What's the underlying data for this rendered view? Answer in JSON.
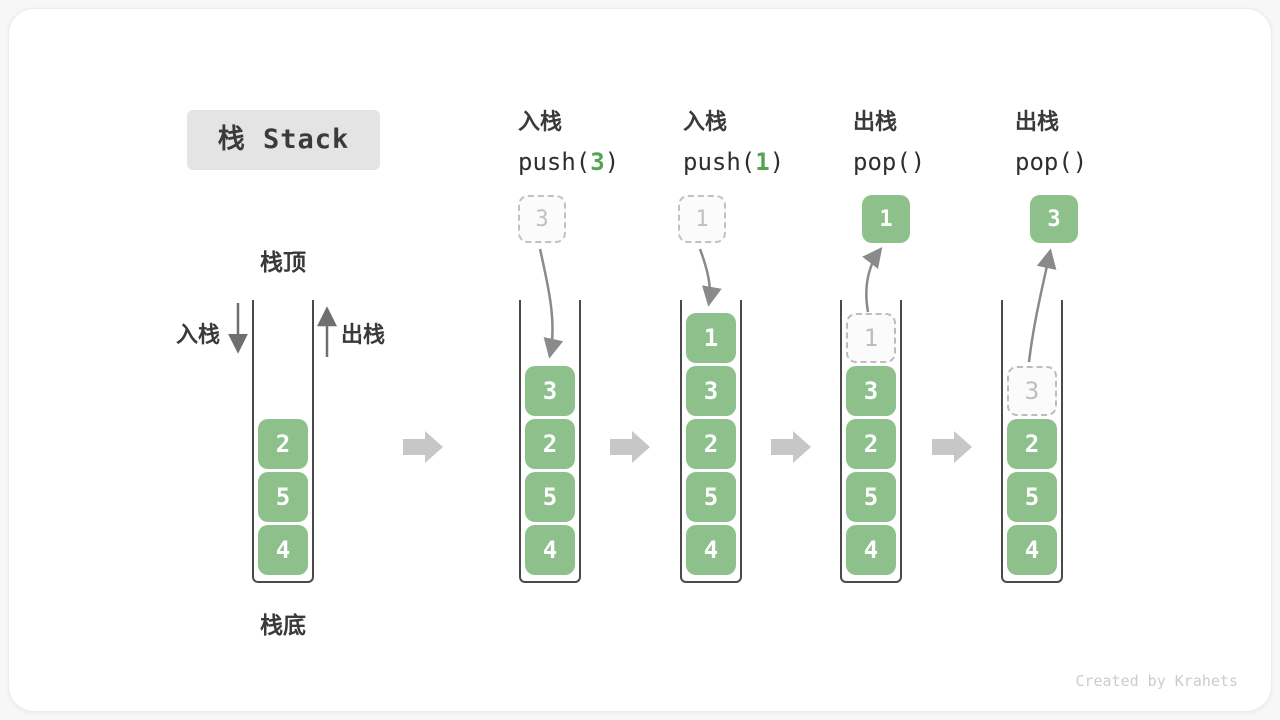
{
  "title": "栈 Stack",
  "labels": {
    "stack_top": "栈顶",
    "stack_bottom": "栈底",
    "push_side": "入栈",
    "pop_side": "出栈"
  },
  "stages": [
    {
      "cells": [
        "2",
        "5",
        "4"
      ]
    },
    {
      "op_line1": "入栈",
      "op_pre": "push(",
      "op_arg": "3",
      "op_post": ")",
      "floating": "3",
      "cells": [
        "3",
        "2",
        "5",
        "4"
      ]
    },
    {
      "op_line1": "入栈",
      "op_pre": "push(",
      "op_arg": "1",
      "op_post": ")",
      "floating": "1",
      "cells": [
        "1",
        "3",
        "2",
        "5",
        "4"
      ]
    },
    {
      "op_line1": "出栈",
      "op_pre": "pop(",
      "op_arg": "",
      "op_post": ")",
      "floating": "1",
      "ghost": "1",
      "cells": [
        "3",
        "2",
        "5",
        "4"
      ]
    },
    {
      "op_line1": "出栈",
      "op_pre": "pop(",
      "op_arg": "",
      "op_post": ")",
      "floating": "3",
      "ghost": "3",
      "cells": [
        "2",
        "5",
        "4"
      ]
    }
  ],
  "footer": {
    "credit": "Created by Krahets"
  },
  "colors": {
    "cell_green": "#8DC089",
    "code_arg_green": "#55A350",
    "ghost_gray": "#BDBDBD",
    "container_stroke": "#4A4A4A",
    "curved_arrow": "#8A8A8A",
    "block_arrow": "#C7C7C7",
    "title_box_bg": "#E4E4E4",
    "text_dark": "#3A3A3A",
    "credit_gray": "#CCCCCC"
  }
}
